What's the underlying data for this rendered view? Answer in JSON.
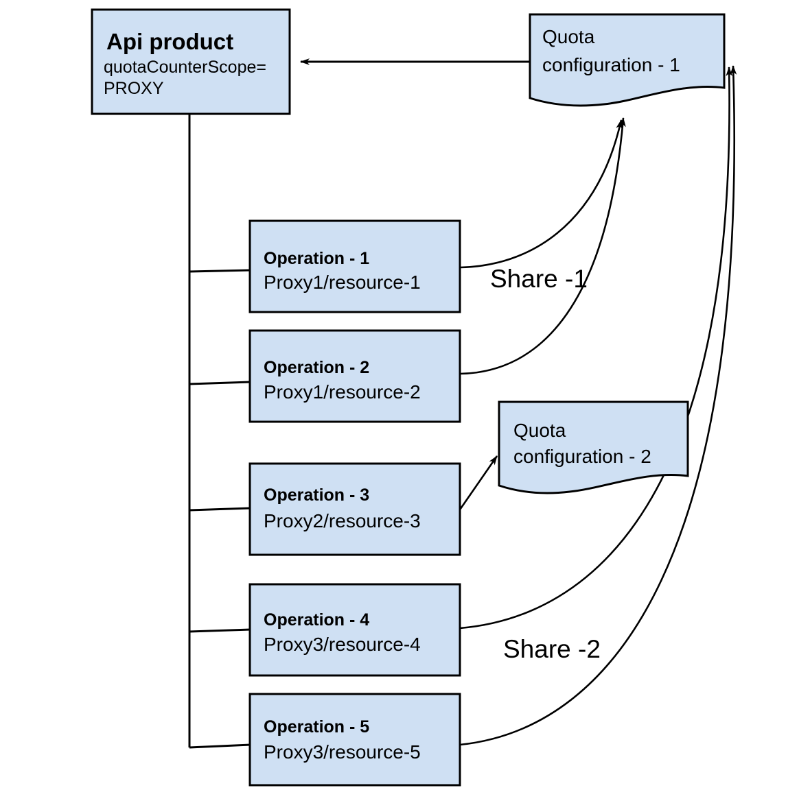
{
  "diagram": {
    "title": "Apigee API product quota sharing diagram",
    "colors": {
      "node_fill": "#cfe0f3",
      "node_stroke": "#000000",
      "edge_stroke": "#000000",
      "background": "#ffffff"
    },
    "nodes": {
      "api_product": {
        "title": "Api product",
        "line1": "quotaCounterScope=",
        "line2": "PROXY"
      },
      "quota_config_1": {
        "line1": "Quota",
        "line2": "configuration - 1"
      },
      "quota_config_2": {
        "line1": "Quota",
        "line2": "configuration - 2"
      },
      "operations": [
        {
          "title": "Operation - 1",
          "subtitle": "Proxy1/resource-1"
        },
        {
          "title": "Operation - 2",
          "subtitle": "Proxy1/resource-2"
        },
        {
          "title": "Operation - 3",
          "subtitle": "Proxy2/resource-3"
        },
        {
          "title": "Operation - 4",
          "subtitle": "Proxy3/resource-4"
        },
        {
          "title": "Operation - 5",
          "subtitle": "Proxy3/resource-5"
        }
      ]
    },
    "edge_labels": {
      "share_1": "Share -1",
      "share_2": "Share -2"
    }
  }
}
